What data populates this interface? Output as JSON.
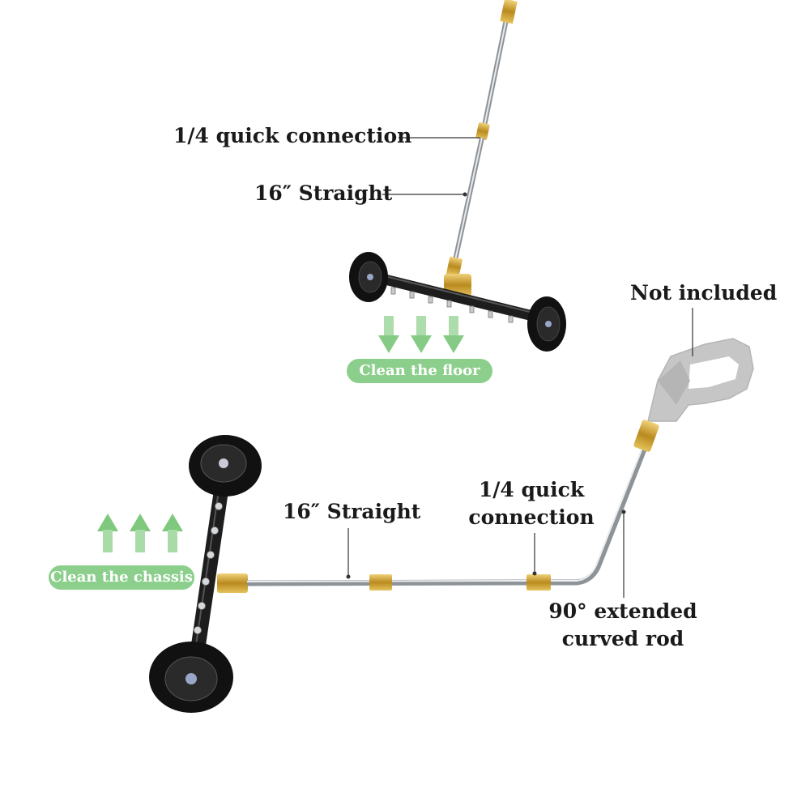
{
  "labels": {
    "top_quick_connection": "1/4 quick connection",
    "top_straight": "16″ Straight",
    "not_included": "Not included",
    "clean_floor": "Clean the floor",
    "clean_chassis": "Clean the chassis",
    "bottom_straight": "16″ Straight",
    "bottom_quick_line1": "1/4 quick",
    "bottom_quick_line2": "connection",
    "curved_rod_line1": "90° extended",
    "curved_rod_line2": "curved rod"
  },
  "colors": {
    "arrow_green": "#7fc97f",
    "pill_green": "#8ccf8c",
    "brass": "#c9a23a",
    "steel": "#b8bcc0",
    "wheel": "#111111",
    "gun_grey": "#b9b9b9"
  }
}
